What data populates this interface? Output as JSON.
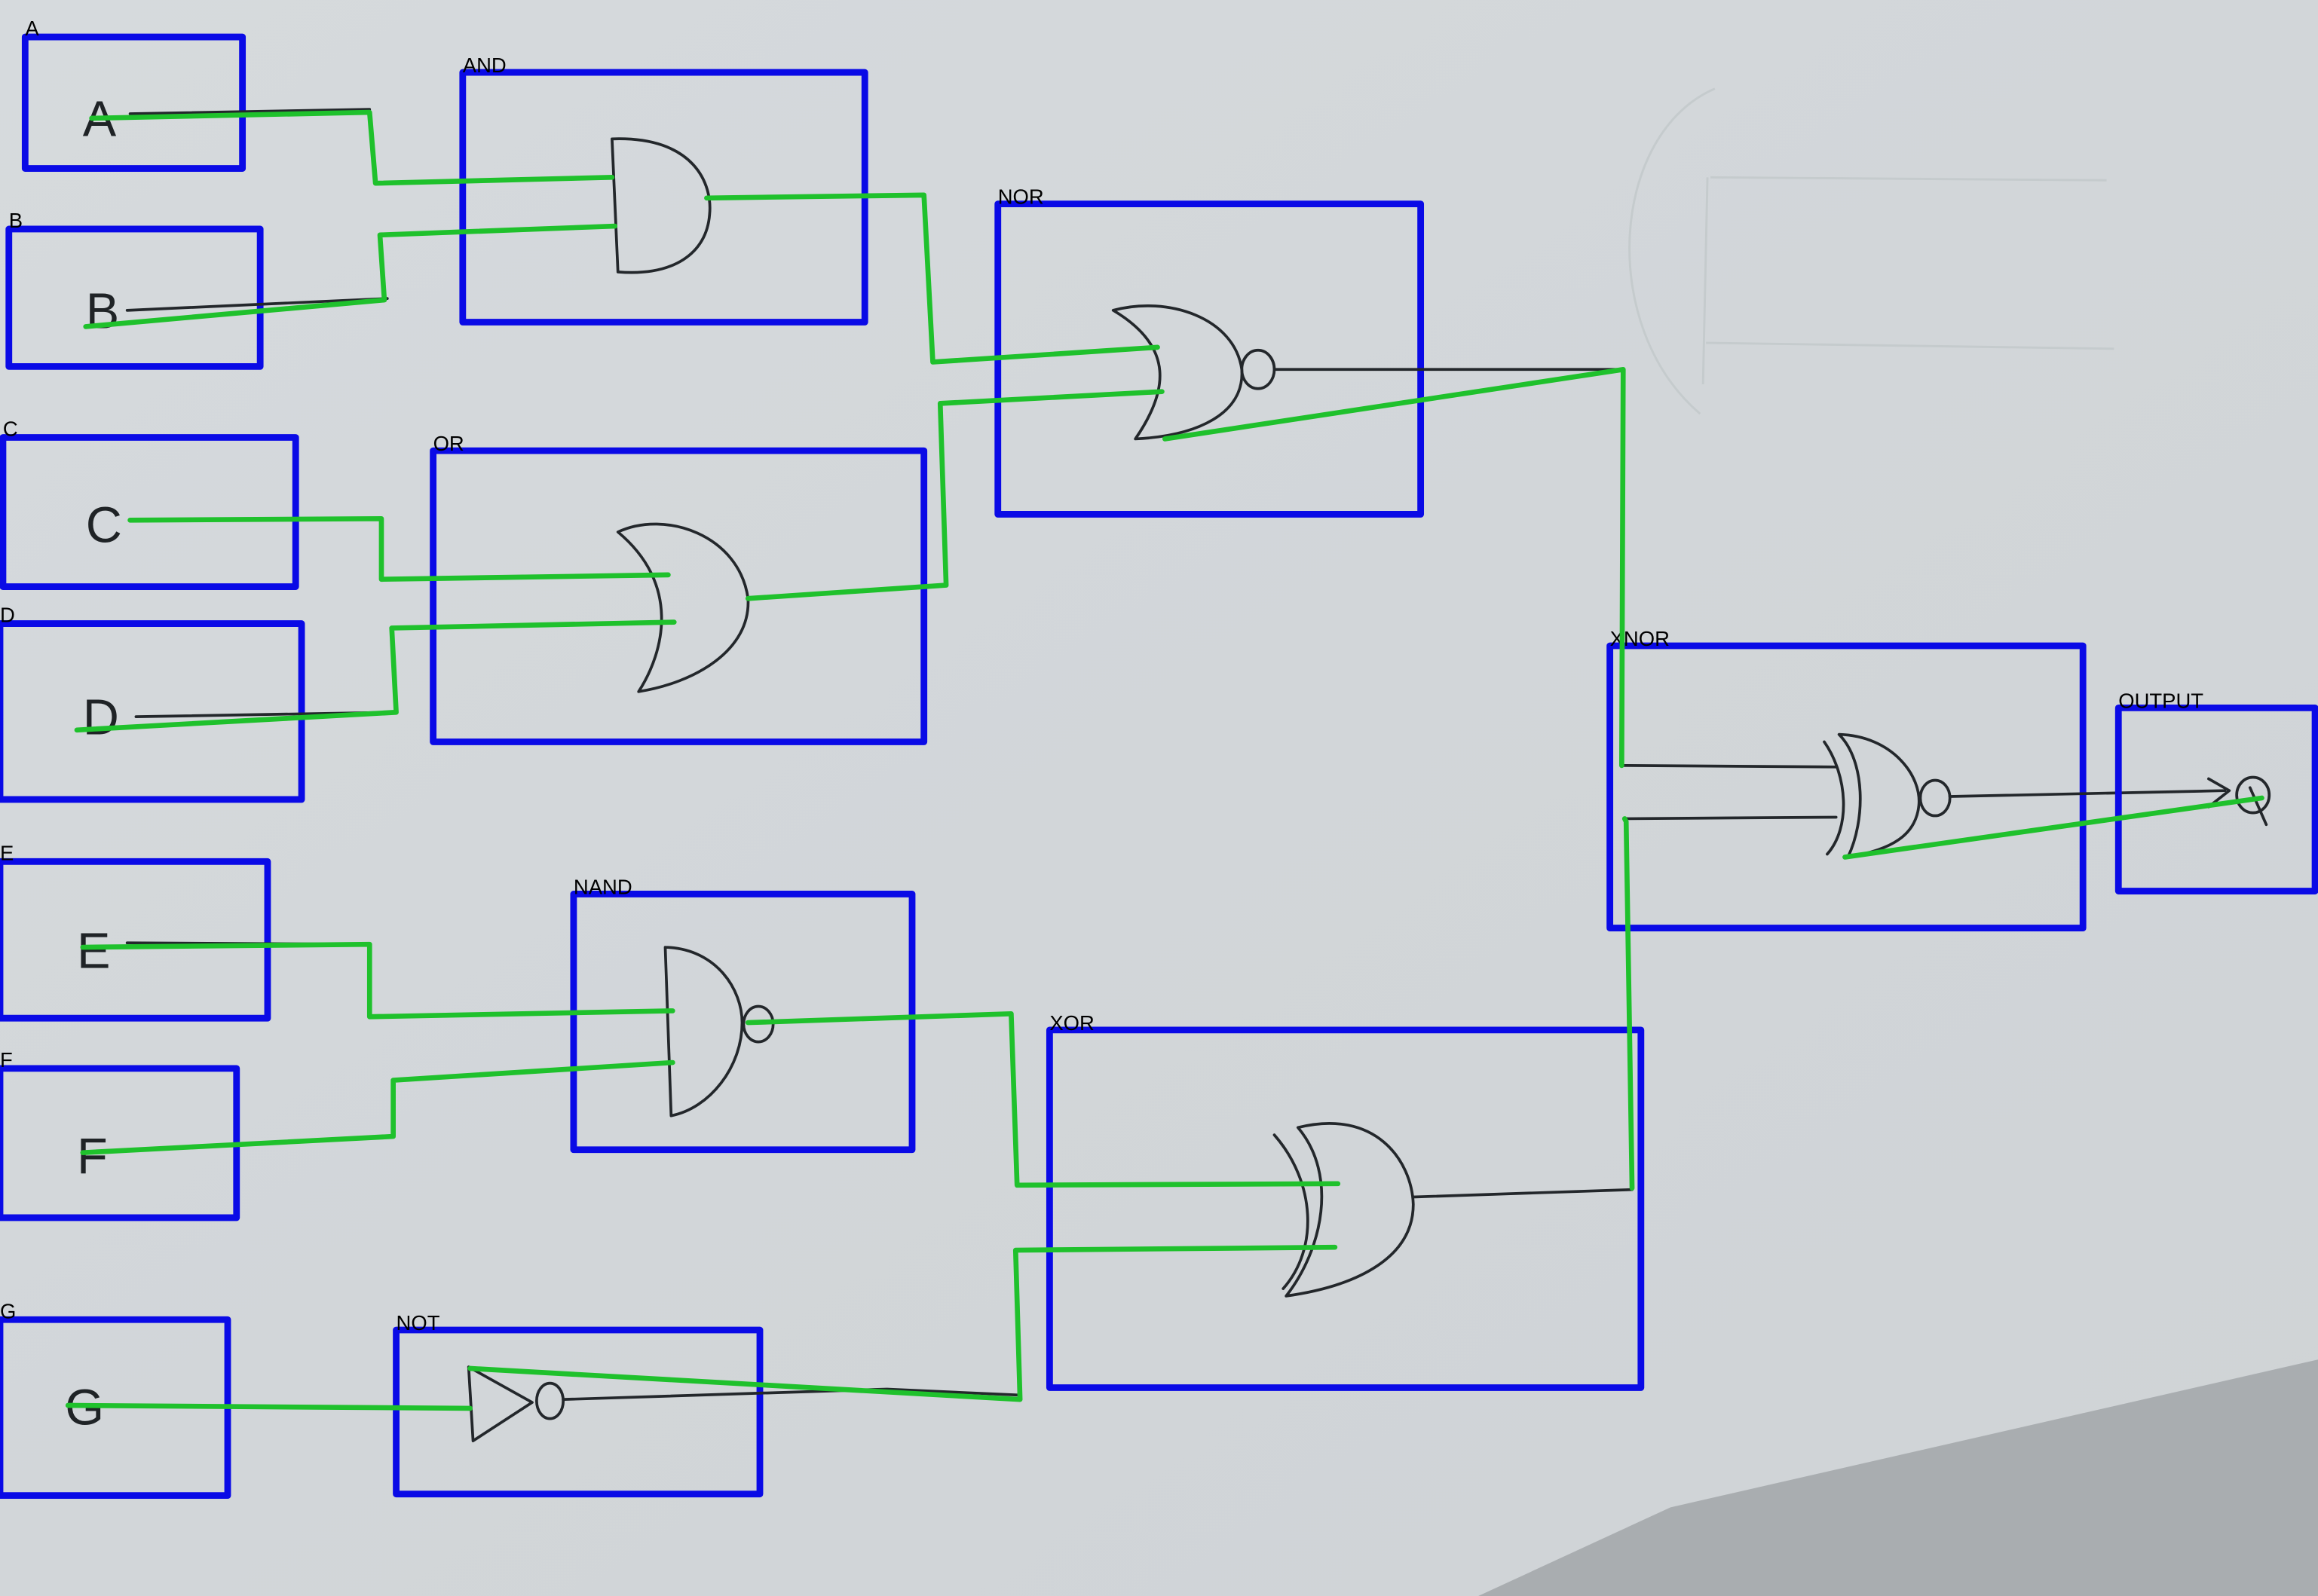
{
  "diagram": {
    "type": "logic-circuit",
    "colors": {
      "paper": "#d3d7da",
      "detection_box": "#0a0ae6",
      "wire_overlay": "#1fc12c",
      "ink": "#23272b",
      "label_text": "#000000"
    },
    "inputs": [
      {
        "id": "A",
        "label": "A",
        "handwritten": "A"
      },
      {
        "id": "B",
        "label": "B",
        "handwritten": "B"
      },
      {
        "id": "C",
        "label": "C",
        "handwritten": "C"
      },
      {
        "id": "D",
        "label": "D",
        "handwritten": "D"
      },
      {
        "id": "E",
        "label": "E",
        "handwritten": "E"
      },
      {
        "id": "F",
        "label": "F",
        "handwritten": "F"
      },
      {
        "id": "G",
        "label": "G",
        "handwritten": "G"
      }
    ],
    "gates": [
      {
        "id": "and",
        "label": "AND",
        "type": "AND"
      },
      {
        "id": "or",
        "label": "OR",
        "type": "OR"
      },
      {
        "id": "nor",
        "label": "NOR",
        "type": "NOR"
      },
      {
        "id": "nand",
        "label": "NAND",
        "type": "NAND"
      },
      {
        "id": "not",
        "label": "NOT",
        "type": "NOT"
      },
      {
        "id": "xor",
        "label": "XOR",
        "type": "XOR"
      },
      {
        "id": "xnor",
        "label": "XNOR",
        "type": "XNOR"
      }
    ],
    "output": {
      "id": "output",
      "label": "OUTPUT",
      "handwritten": "Q"
    },
    "connections": [
      {
        "from": "A",
        "to": "AND"
      },
      {
        "from": "B",
        "to": "AND"
      },
      {
        "from": "C",
        "to": "OR"
      },
      {
        "from": "D",
        "to": "OR"
      },
      {
        "from": "AND",
        "to": "NOR"
      },
      {
        "from": "OR",
        "to": "NOR"
      },
      {
        "from": "E",
        "to": "NAND"
      },
      {
        "from": "F",
        "to": "NAND"
      },
      {
        "from": "G",
        "to": "NOT"
      },
      {
        "from": "NAND",
        "to": "XOR"
      },
      {
        "from": "NOT",
        "to": "XOR"
      },
      {
        "from": "NOR",
        "to": "XNOR"
      },
      {
        "from": "XOR",
        "to": "XNOR"
      },
      {
        "from": "XNOR",
        "to": "OUTPUT"
      }
    ]
  }
}
